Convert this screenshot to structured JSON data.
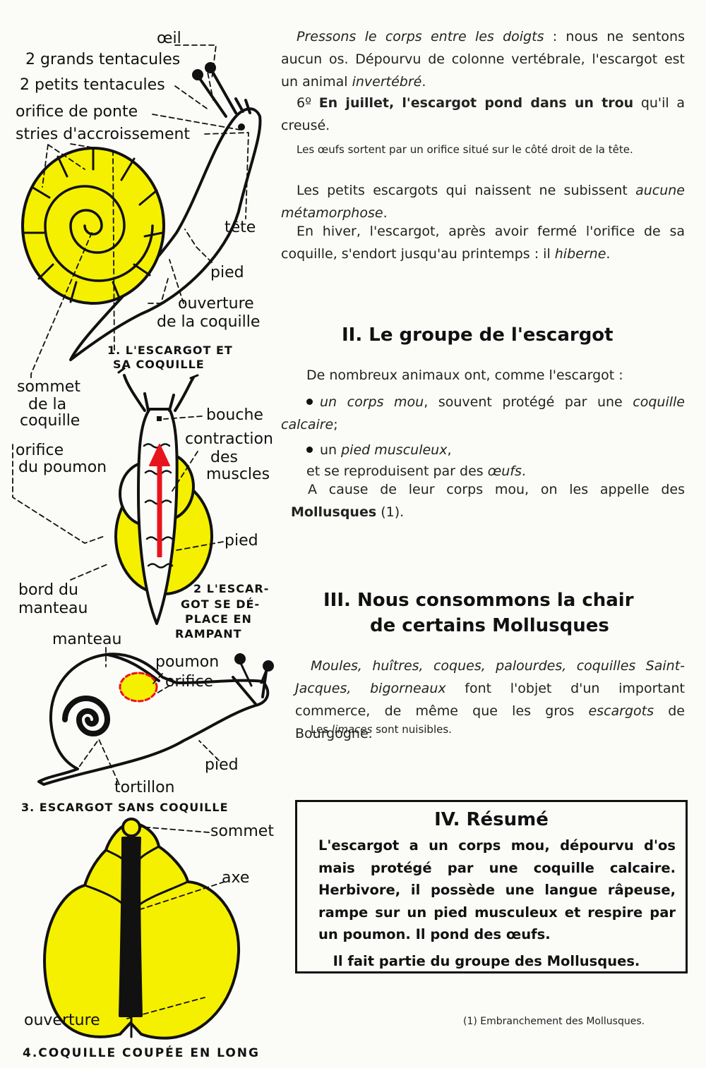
{
  "labels": {
    "oeil": "œil",
    "grands_tentacules": "2 grands tentacules",
    "petits_tentacules": "2 petits tentacules",
    "orifice_ponte": "orifice de ponte",
    "stries": "stries d'accroissement",
    "tete": "tête",
    "pied": "pied",
    "ouverture_coquille_1": "ouverture",
    "ouverture_coquille_2": "de la coquille",
    "sommet_1": "sommet",
    "sommet_2": "de la",
    "sommet_3": "coquille",
    "orifice_poumon_1": "orifice",
    "orifice_poumon_2": "du poumon",
    "bouche": "bouche",
    "contraction_1": "contraction",
    "contraction_2": "des",
    "contraction_3": "muscles",
    "pied2": "pied",
    "bord_1": "bord du",
    "bord_2": "manteau",
    "manteau": "manteau",
    "poumon": "poumon",
    "orifice3": "orifice",
    "pied3": "pied",
    "tortillon": "tortillon",
    "sommet4": "sommet",
    "axe": "axe",
    "ouverture4": "ouverture"
  },
  "captions": {
    "fig1_a": "1. L'ESCARGOT  ET",
    "fig1_b": "SA COQUILLE",
    "fig2_a": "2 L'ESCAR-",
    "fig2_b": "GOT SE DÉ-",
    "fig2_c": "PLACE EN",
    "fig2_d": "RAMPANT",
    "fig3": "3. ESCARGOT SANS COQUILLE",
    "fig4": "4.COQUILLE  COUPÉE EN LONG"
  },
  "text": {
    "p1_a": "Pressons le corps entre les doigts",
    "p1_b": " : nous ne sentons aucun os. Dépourvu de colonne vertébrale, l'escargot est un animal ",
    "p1_c": "invertébré",
    "p1_d": ".",
    "p2_num": "6º ",
    "p2_lead": "En juillet, l'escargot pond dans un trou",
    "p2_rest": " qu'il a creusé.",
    "p3": "Les œufs sortent par un orifice situé sur le côté droit de la tête.",
    "p4_a": "Les petits escargots qui naissent ne subissent ",
    "p4_b": "aucune métamorphose",
    "p4_c": ".",
    "p5_a": "En hiver, l'escargot, après avoir fermé l'orifice de sa coquille, s'endort jusqu'au printemps : il ",
    "p5_b": "hiberne",
    "p5_c": "."
  },
  "section2": {
    "heading": "II. Le groupe de l'escargot",
    "intro": "De nombreux animaux ont, comme l'escargot :",
    "b1_a": "un corps mou",
    "b1_b": ", souvent protégé par une ",
    "b1_c": "coquille calcaire",
    "b1_d": ";",
    "b2_a": "un ",
    "b2_b": "pied musculeux",
    "b2_c": ",",
    "l3_a": "et se reproduisent par des ",
    "l3_b": "œufs",
    "l3_c": ".",
    "l4": "A cause de leur corps mou, on les appelle des ",
    "l4_bold": "Mollusques",
    "l4_ref": " (1)."
  },
  "section3": {
    "heading_1": "III. Nous consommons la chair",
    "heading_2": "de certains Mollusques",
    "t1": "Moules, huîtres, coques, palourdes, coquilles Saint-Jacques, bigorneaux",
    "t2": " font l'objet d'un important commerce, de même que les gros ",
    "t3": "escargots",
    "t4": " de Bourgogne.",
    "s1": "Les ",
    "s2": "limaces",
    "s3": " sont nuisibles."
  },
  "section4": {
    "heading": "IV. Résumé",
    "body": "L'escargot a un corps mou, dépourvu d'os mais protégé par une coquille calcaire. Herbivore, il possède une langue râpeuse, rampe sur un pied musculeux et respire par un poumon. Il pond des œufs.",
    "last": "Il fait partie du groupe des Mollusques."
  },
  "footnote": "(1) Embranchement des Mollusques.",
  "colors": {
    "shell_yellow": "#f5f000",
    "ink": "#111111",
    "arrow_red": "#e8141c"
  }
}
